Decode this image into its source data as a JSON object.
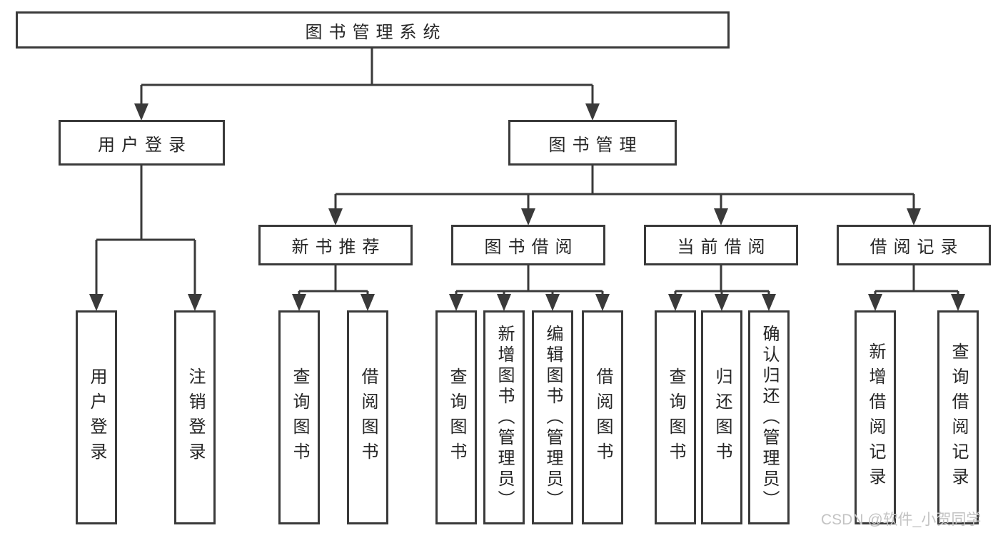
{
  "nodes": {
    "root": "图书管理系统",
    "user_login": "用户登录",
    "book_mgmt": "图书管理",
    "new_book_rec": "新书推荐",
    "book_borrow": "图书借阅",
    "current_borrow": "当前借阅",
    "borrow_records": "借阅记录",
    "ul_user_login": "用户登录",
    "ul_logout": "注销登录",
    "nr_query_book": "查询图书",
    "nr_borrow_book": "借阅图书",
    "bb_query_book": "查询图书",
    "bb_add_book": "新增图书（管理员）",
    "bb_edit_book": "编辑图书（管理员）",
    "bb_borrow_book": "借阅图书",
    "cb_query_book": "查询图书",
    "cb_return_book": "归还图书",
    "cb_confirm_return": "确认归还（管理员）",
    "br_add_record": "新增借阅记录",
    "br_query_record": "查询借阅记录"
  },
  "watermark": "CSDN @软件_小贺同学",
  "colors": {
    "line": "#3a3a3a",
    "text": "#262626",
    "background": "#ffffff",
    "watermark": "#c3c3c3"
  }
}
